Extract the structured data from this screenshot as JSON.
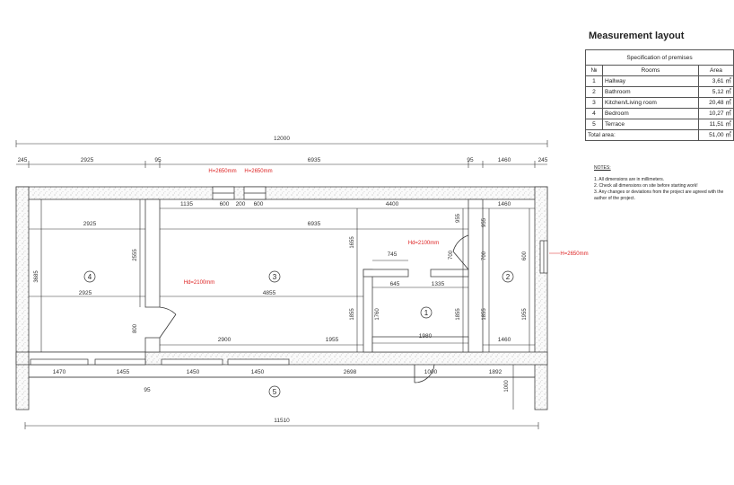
{
  "title": "Measurement layout",
  "spec": {
    "caption": "Specification of premises",
    "headers": [
      "№",
      "Rooms",
      "Area"
    ],
    "rows": [
      {
        "n": "1",
        "room": "Hallway",
        "area": "3,61 ㎡"
      },
      {
        "n": "2",
        "room": "Bathroom",
        "area": "5,12 ㎡"
      },
      {
        "n": "3",
        "room": "Kitchen/Living room",
        "area": "20,48 ㎡"
      },
      {
        "n": "4",
        "room": "Bedroom",
        "area": "10,27 ㎡"
      },
      {
        "n": "5",
        "room": "Terrace",
        "area": "11,51 ㎡"
      }
    ],
    "total_label": "Total area:",
    "total_value": "51,00 ㎡"
  },
  "notes": {
    "heading": "NOTES:",
    "items": [
      "1. All dimensions are in millimeters.",
      "2. Check all dimensions on site before starting work!",
      "3. Any changes or deviations from the project are agreed with the author of the project."
    ]
  },
  "plan": {
    "overall": "12000",
    "top_chain": [
      "245",
      "2925",
      "95",
      "6935",
      "95",
      "1460",
      "245"
    ],
    "window_heights": [
      "H=2650mm",
      "H=2650mm",
      "H=2650mm"
    ],
    "door_heights": [
      "Hd=2100mm",
      "Hd=2100mm"
    ],
    "inner_top": [
      "1135",
      "600",
      "200",
      "600",
      "4400",
      "1460"
    ],
    "inner_right": [
      "955",
      "955"
    ],
    "row_2925_a": "2925",
    "row_6935": "6935",
    "room_labels": [
      "1",
      "2",
      "3",
      "4",
      "5"
    ],
    "bedroom_dims": [
      "2925",
      "2555",
      "800",
      "3685"
    ],
    "living_dims": [
      "4855",
      "2900",
      "1955"
    ],
    "hall_dims": [
      "745",
      "645",
      "1335",
      "1980",
      "1855",
      "1760",
      "1855",
      "1655",
      "700"
    ],
    "bath_dims": [
      "700",
      "600",
      "1955",
      "1855",
      "1460"
    ],
    "terrace_chain": [
      "1470",
      "1455",
      "1450",
      "1450",
      "2698",
      "1000",
      "1892"
    ],
    "terrace_small": [
      "95",
      "1000"
    ],
    "bottom_total": "11510"
  }
}
